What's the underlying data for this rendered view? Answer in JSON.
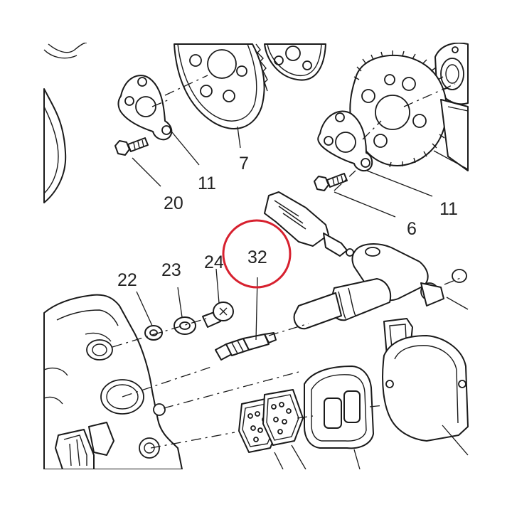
{
  "colors": {
    "highlight_ring": "#d7212f",
    "line": "#1a1a1a",
    "background": "#ffffff"
  },
  "callouts": {
    "c7": "7",
    "c11a": "11",
    "c20": "20",
    "c11b": "11",
    "c6": "6",
    "c22": "22",
    "c23": "23",
    "c24": "24",
    "c32": "32"
  },
  "highlight": {
    "part_number": "32"
  }
}
